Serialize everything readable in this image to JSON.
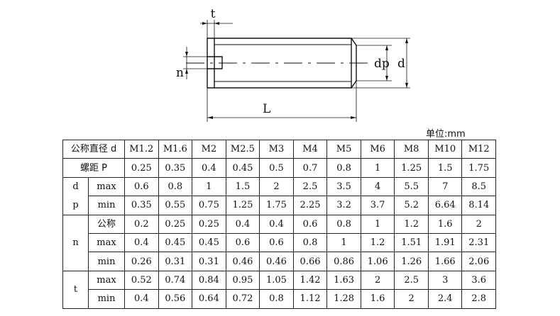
{
  "drawing": {
    "labels": {
      "t": "t",
      "n": "n",
      "L": "L",
      "dp": "dp",
      "d": "d"
    }
  },
  "unit_note": "单位:mm",
  "table": {
    "header_label": "公称直径 d",
    "sizes": [
      "M1.2",
      "M1.6",
      "M2",
      "M2.5",
      "M3",
      "M4",
      "M5",
      "M6",
      "M8",
      "M10",
      "M12"
    ],
    "pitch": {
      "label": "螺距  P",
      "values": [
        "0.25",
        "0.35",
        "0.4",
        "0.45",
        "0.5",
        "0.7",
        "0.8",
        "1",
        "1.25",
        "1.5",
        "1.75"
      ]
    },
    "dp": {
      "label_top": "d",
      "label_bottom": "p",
      "rows": [
        {
          "sub": "max",
          "values": [
            "0.6",
            "0.8",
            "1",
            "1.5",
            "2",
            "2.5",
            "3.5",
            "4",
            "5.5",
            "7",
            "8.5"
          ]
        },
        {
          "sub": "min",
          "values": [
            "0.35",
            "0.55",
            "0.75",
            "1.25",
            "1.75",
            "2.25",
            "3.2",
            "3.7",
            "5.2",
            "6.64",
            "8.14"
          ]
        }
      ]
    },
    "n": {
      "label": "n",
      "rows": [
        {
          "sub": "公称",
          "values": [
            "0.2",
            "0.25",
            "0.25",
            "0.4",
            "0.4",
            "0.6",
            "0.8",
            "1",
            "1.2",
            "1.6",
            "2"
          ]
        },
        {
          "sub": "max",
          "values": [
            "0.4",
            "0.45",
            "0.45",
            "0.6",
            "0.6",
            "0.8",
            "1",
            "1.2",
            "1.51",
            "1.91",
            "2.31"
          ]
        },
        {
          "sub": "min",
          "values": [
            "0.26",
            "0.31",
            "0.31",
            "0.46",
            "0.46",
            "0.66",
            "0.86",
            "1.06",
            "1.26",
            "1.66",
            "2.06"
          ]
        }
      ]
    },
    "t": {
      "label": "t",
      "rows": [
        {
          "sub": "max",
          "values": [
            "0.52",
            "0.74",
            "0.84",
            "0.95",
            "1.05",
            "1.42",
            "1.63",
            "2",
            "2.5",
            "3",
            "3.6"
          ]
        },
        {
          "sub": "min",
          "values": [
            "0.4",
            "0.56",
            "0.64",
            "0.72",
            "0.8",
            "1.12",
            "1.28",
            "1.6",
            "2",
            "2.4",
            "2.8"
          ]
        }
      ]
    }
  }
}
